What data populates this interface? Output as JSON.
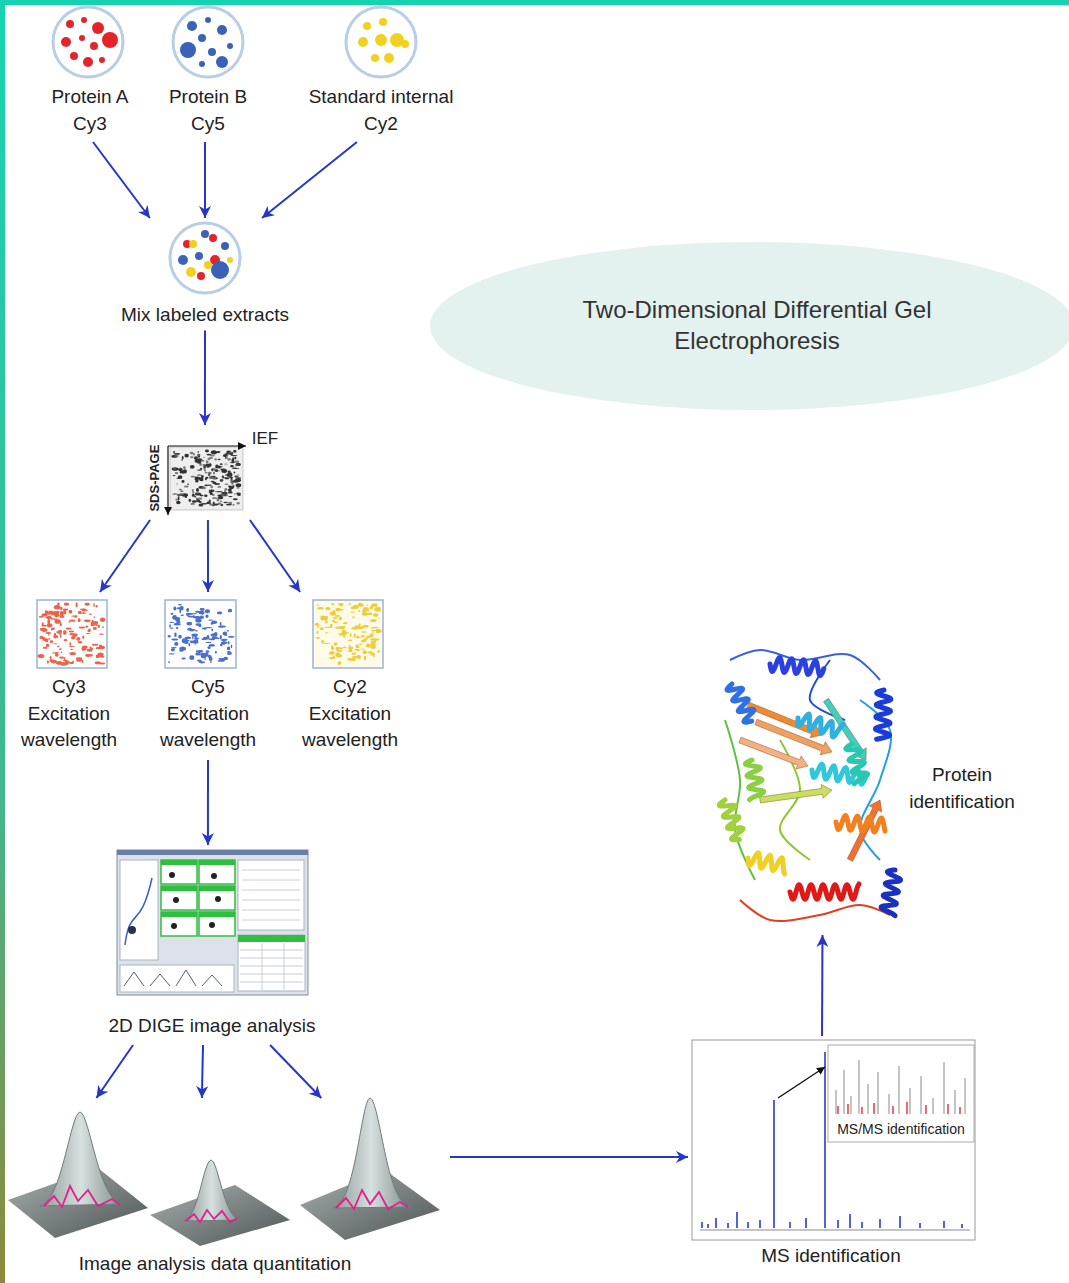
{
  "diagram": {
    "title": "Two-Dimensional Differential Gel Electrophoresis",
    "nodes": [
      {
        "text": [
          "Protein A Cy3"
        ]
      },
      {
        "text": [
          "Protein B Cy5"
        ]
      },
      {
        "text": [
          "Standard internal Cy2"
        ]
      },
      {
        "text": [
          "Mix labeled extracts"
        ]
      },
      {
        "text": [
          "IEF",
          "SDS-PAGE"
        ]
      },
      {
        "text": [
          "Cy3 Excitation wavelength"
        ]
      },
      {
        "text": [
          "Cy5 Excitation wavelength"
        ]
      },
      {
        "text": [
          "Cy2 Excitation wavelength"
        ]
      },
      {
        "text": [
          "2D DIGE image analysis"
        ]
      },
      {
        "text": [
          "Image analysis data quantitation"
        ]
      },
      {
        "text": [
          "MS identification"
        ]
      },
      {
        "text": [
          "MS/MS identification"
        ],
        "in": 10
      },
      {
        "text": [
          "Protein identification"
        ]
      }
    ],
    "edges": [
      {
        "from": 0,
        "to": 3,
        "arrow": "to"
      },
      {
        "from": 1,
        "to": 3,
        "arrow": "to"
      },
      {
        "from": 2,
        "to": 3,
        "arrow": "to"
      },
      {
        "from": 3,
        "to": 4,
        "arrow": "to"
      },
      {
        "from": 4,
        "to": 5,
        "arrow": "to"
      },
      {
        "from": 4,
        "to": 6,
        "arrow": "to"
      },
      {
        "from": 4,
        "to": 7,
        "arrow": "to"
      },
      {
        "from": 6,
        "to": 8,
        "arrow": "to"
      },
      {
        "from": 8,
        "to": 9,
        "arrow": "to"
      },
      {
        "from": 8,
        "to": 9,
        "arrow": "to"
      },
      {
        "from": 8,
        "to": 9,
        "arrow": "to"
      },
      {
        "from": 9,
        "to": 10,
        "arrow": "to"
      },
      {
        "from": 10,
        "to": 12,
        "arrow": "to"
      }
    ]
  }
}
